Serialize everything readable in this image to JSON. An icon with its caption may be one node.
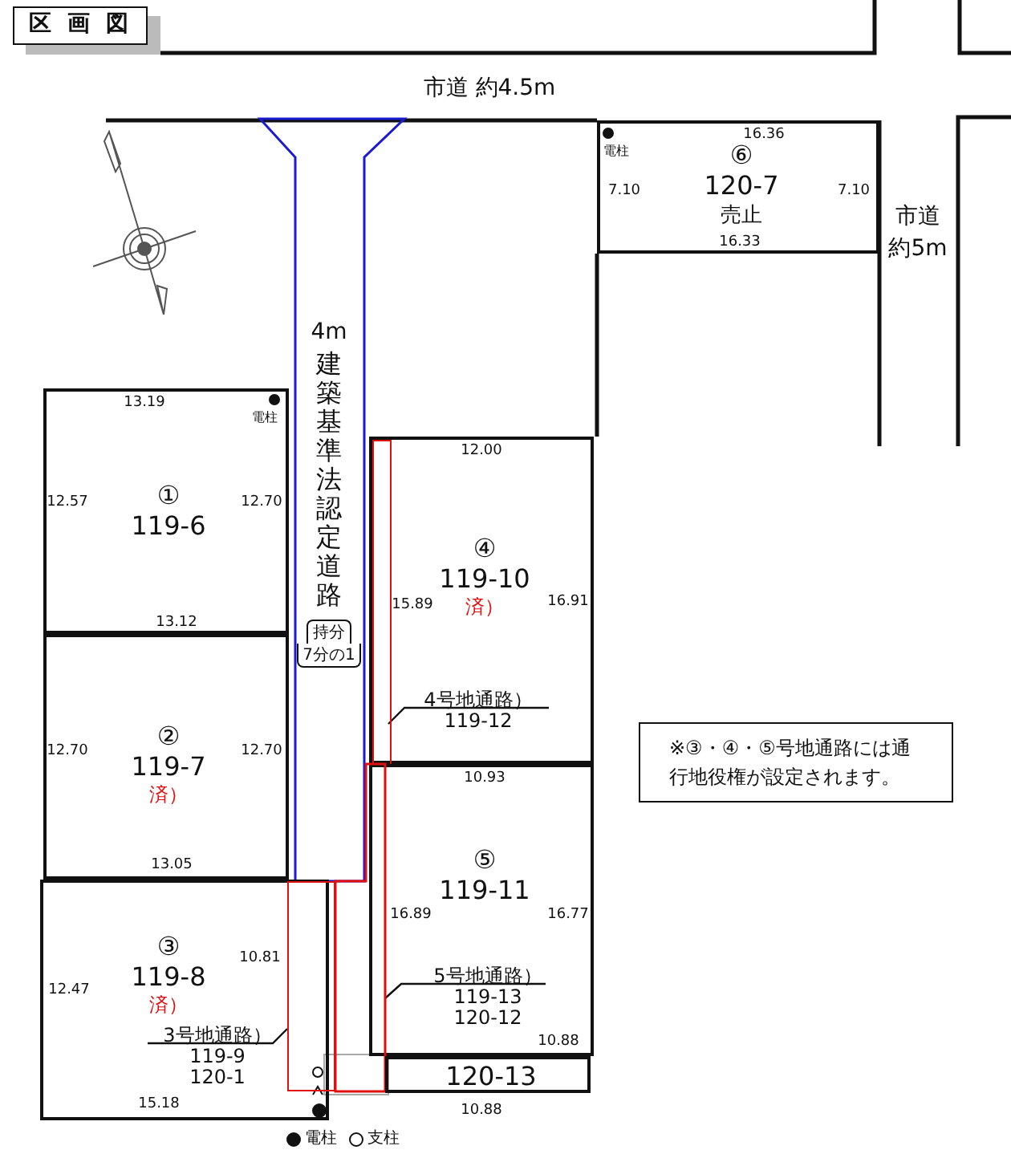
{
  "diagram": {
    "title": "区画図",
    "nodes": [
      {
        "text": [
          "4m",
          "建築基準法認定道路",
          "持分",
          "7分の1"
        ]
      },
      {
        "text": [
          "⑥",
          "120-7",
          "売止"
        ]
      },
      {
        "text": [
          "①",
          "119-6"
        ]
      },
      {
        "text": [
          "④",
          "119-10",
          "済）"
        ]
      },
      {
        "text": [
          "4号地通路）",
          "119-12"
        ],
        "in": 3
      },
      {
        "text": [],
        "shape": "box",
        "in": 3
      },
      {
        "text": [
          "②",
          "119-7",
          "済）"
        ]
      },
      {
        "text": [
          "※③・④・⑤号地通路には通行地役権が設定されます。"
        ]
      },
      {
        "text": [
          "⑤",
          "119-11"
        ]
      },
      {
        "text": [
          "③",
          "119-8",
          "済）"
        ]
      },
      {
        "text": [
          "5号地通路）",
          "119-13",
          "120-12"
        ],
        "in": 8
      },
      {
        "text": [],
        "shape": "box"
      },
      {
        "text": [
          "3号地通路）",
          "119-9",
          "120-1"
        ],
        "in": 9
      },
      {
        "text": [],
        "shape": "box"
      },
      {
        "text": [
          "120-13"
        ]
      }
    ],
    "edges": [
      {
        "from": 4,
        "to": 5,
        "arrow": "none"
      },
      {
        "from": 10,
        "to": 13,
        "arrow": "none"
      },
      {
        "from": 12,
        "to": 11,
        "arrow": "none"
      }
    ],
    "labels": [
      "市道 約4.5m",
      "電柱",
      "16.36",
      "7.10",
      "7.10",
      "市道約5m",
      "16.33",
      "13.19",
      "電柱",
      "12.57",
      "12.70",
      "12.00",
      "15.89",
      "16.91",
      "13.12",
      "12.70",
      "12.70",
      "10.93",
      "13.05",
      "10.81",
      "16.89",
      "16.77",
      "12.47",
      "10.88",
      "15.18",
      "10.88"
    ],
    "legend": [
      {
        "text": "電柱"
      },
      {
        "text": "支柱"
      }
    ]
  }
}
